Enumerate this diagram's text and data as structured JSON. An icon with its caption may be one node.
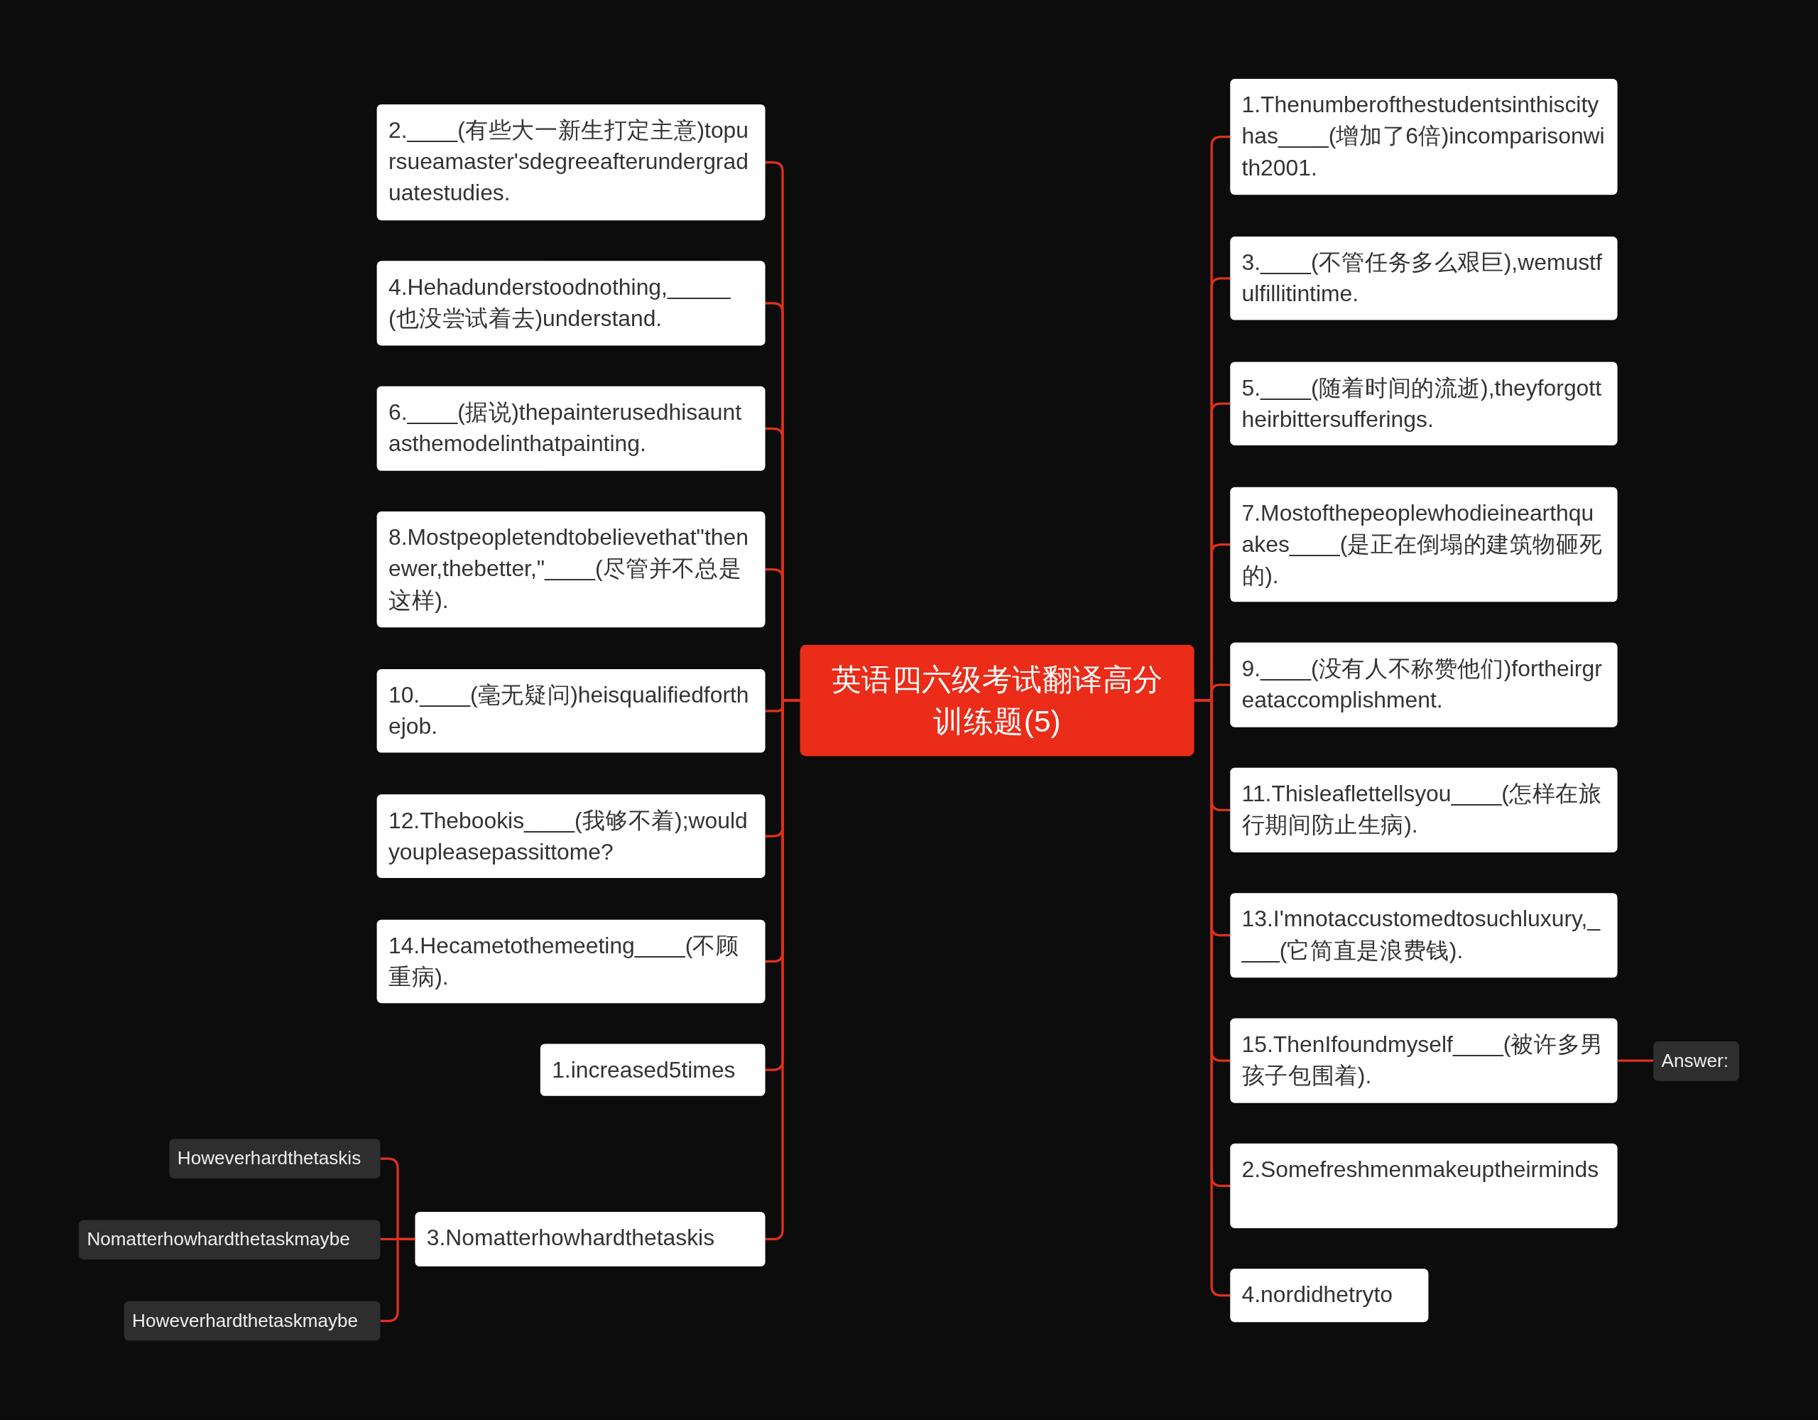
{
  "diagram": {
    "nodes": [
      {
        "text": [
          "英语四六级考试翻译高分训练题(5)"
        ]
      },
      {
        "text": [
          "2.____(有些大一新生打定主意)topursueamaster'sdegreeafterundergraduatestudies."
        ]
      },
      {
        "text": [
          "4.Hehadunderstoodnothing,_____(也没尝试着去)understand."
        ]
      },
      {
        "text": [
          "6.____(据说)thepainterusedhisauntasthemodelinthatpainting."
        ]
      },
      {
        "text": [
          "8.Mostpeopletendtobelievethat\"thenewer,thebetter,\"____(尽管并不总是这样)."
        ]
      },
      {
        "text": [
          "10.____(毫无疑问)heisqualifiedforthejob."
        ]
      },
      {
        "text": [
          "12.Thebookis____(我够不着);wouldyoupleasepassittome?"
        ]
      },
      {
        "text": [
          "14.Hecametothemeeting____(不顾重病)."
        ]
      },
      {
        "text": [
          "1.increased5times"
        ]
      },
      {
        "text": [
          "3.Nomatterhowhardthetaskis"
        ]
      },
      {
        "text": [
          "Howeverhardthetaskis"
        ]
      },
      {
        "text": [
          "Nomatterhowhardthetaskmaybe"
        ]
      },
      {
        "text": [
          "Howeverhardthetaskmaybe"
        ]
      },
      {
        "text": [
          "1.Thenumberofthestudentsinthiscityhas____(增加了6倍)incomparisonwith2001."
        ]
      },
      {
        "text": [
          "3.____(不管任务多么艰巨),wemustfulfillitintime."
        ]
      },
      {
        "text": [
          "5.____(随着时间的流逝),theyforgottheirbittersufferings."
        ]
      },
      {
        "text": [
          "7.Mostofthepeoplewhodieinearthquakes____(是正在倒塌的建筑物砸死的)."
        ]
      },
      {
        "text": [
          "9.____(没有人不称赞他们)fortheirgreataccomplishment."
        ]
      },
      {
        "text": [
          "11.Thisleaflettellsyou____(怎样在旅行期间防止生病)."
        ]
      },
      {
        "text": [
          "13.I'mnotaccustomedtosuchluxury,____(它简直是浪费钱)."
        ]
      },
      {
        "text": [
          "15.ThenIfoundmyself____(被许多男孩子包围着)."
        ]
      },
      {
        "text": [
          "2.Somefreshmenmakeuptheirminds"
        ]
      },
      {
        "text": [
          "4.nordidhetryto"
        ]
      },
      {
        "text": [
          "Answer:"
        ]
      }
    ],
    "edges": [
      {
        "from": 0,
        "to": 1,
        "arrow": "none"
      },
      {
        "from": 0,
        "to": 2,
        "arrow": "none"
      },
      {
        "from": 0,
        "to": 3,
        "arrow": "none"
      },
      {
        "from": 0,
        "to": 4,
        "arrow": "none"
      },
      {
        "from": 0,
        "to": 5,
        "arrow": "none"
      },
      {
        "from": 0,
        "to": 6,
        "arrow": "none"
      },
      {
        "from": 0,
        "to": 7,
        "arrow": "none"
      },
      {
        "from": 0,
        "to": 8,
        "arrow": "none"
      },
      {
        "from": 0,
        "to": 9,
        "arrow": "none"
      },
      {
        "from": 9,
        "to": 10,
        "arrow": "none"
      },
      {
        "from": 9,
        "to": 11,
        "arrow": "none"
      },
      {
        "from": 9,
        "to": 12,
        "arrow": "none"
      },
      {
        "from": 0,
        "to": 13,
        "arrow": "none"
      },
      {
        "from": 0,
        "to": 14,
        "arrow": "none"
      },
      {
        "from": 0,
        "to": 15,
        "arrow": "none"
      },
      {
        "from": 0,
        "to": 16,
        "arrow": "none"
      },
      {
        "from": 0,
        "to": 17,
        "arrow": "none"
      },
      {
        "from": 0,
        "to": 18,
        "arrow": "none"
      },
      {
        "from": 0,
        "to": 19,
        "arrow": "none"
      },
      {
        "from": 0,
        "to": 20,
        "arrow": "none"
      },
      {
        "from": 0,
        "to": 21,
        "arrow": "none"
      },
      {
        "from": 0,
        "to": 22,
        "arrow": "none"
      },
      {
        "from": 20,
        "to": 23,
        "arrow": "none"
      }
    ]
  }
}
